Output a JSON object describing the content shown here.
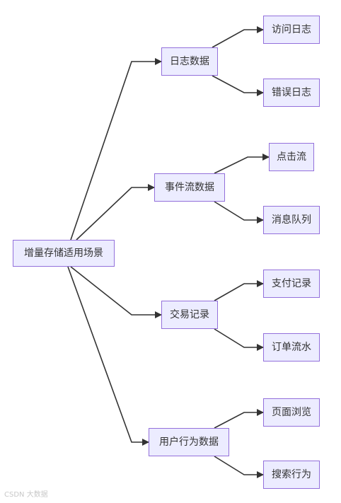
{
  "diagram": {
    "root": "增量存储适用场景",
    "branches": [
      {
        "label": "日志数据",
        "children": [
          "访问日志",
          "错误日志"
        ]
      },
      {
        "label": "事件流数据",
        "children": [
          "点击流",
          "消息队列"
        ]
      },
      {
        "label": "交易记录",
        "children": [
          "支付记录",
          "订单流水"
        ]
      },
      {
        "label": "用户行为数据",
        "children": [
          "页面浏览",
          "搜索行为"
        ]
      }
    ]
  },
  "colors": {
    "node_fill": "#ececff",
    "node_border": "#9370db",
    "edge": "#333333",
    "text": "#333333"
  },
  "watermark": "CSDN 大数据"
}
